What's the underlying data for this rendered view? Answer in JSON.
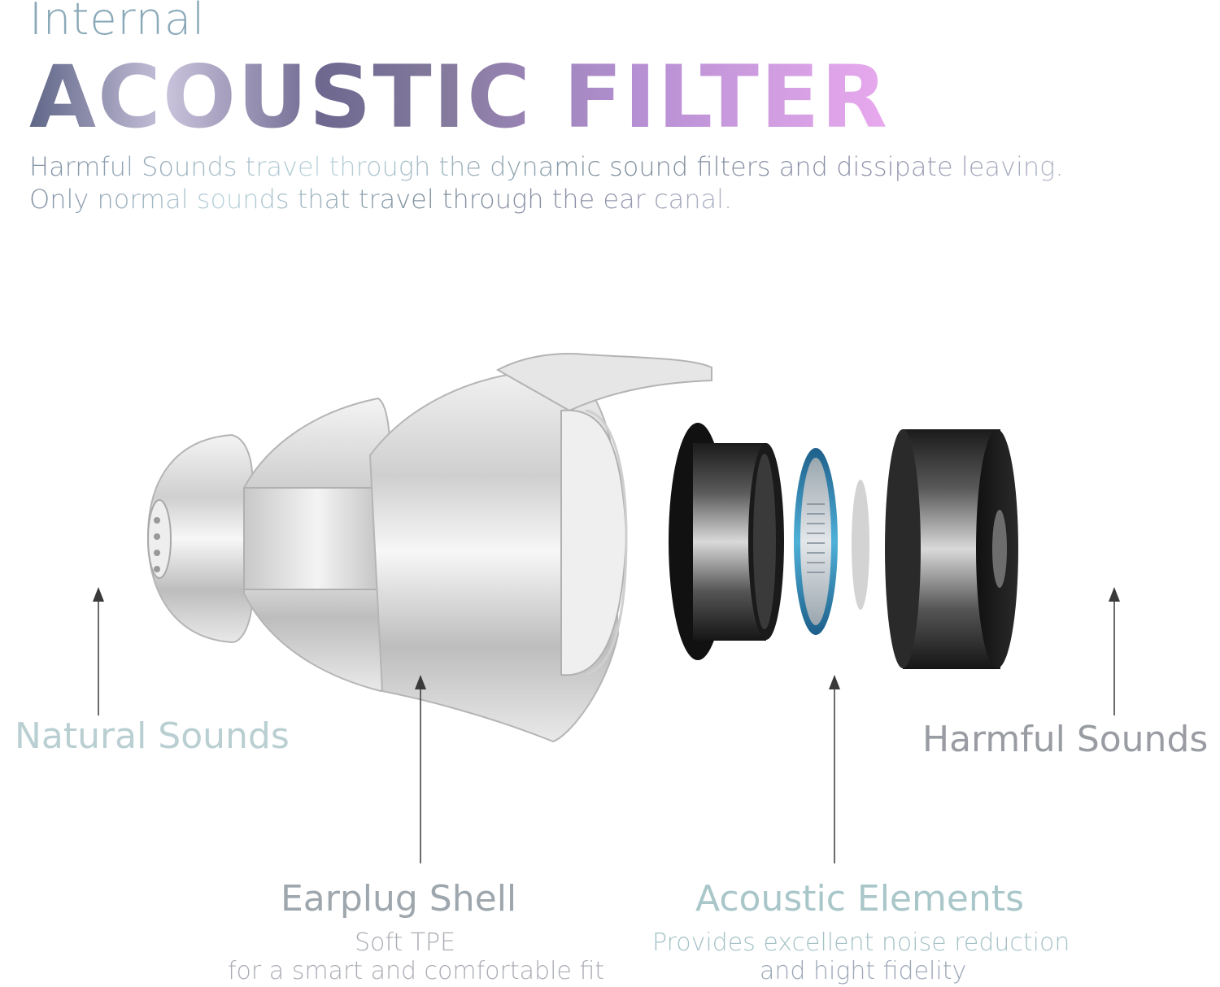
{
  "header": {
    "eyebrow": "Internal",
    "title": "ACOUSTIC FILTER",
    "description_line1": "Harmful Sounds travel through the dynamic sound filters and dissipate leaving.",
    "description_line2": "Only normal sounds that travel through the ear canal."
  },
  "callouts": {
    "natural_sounds": "Natural Sounds",
    "harmful_sounds": "Harmful Sounds",
    "earplug_shell": {
      "title": "Earplug Shell",
      "line1": "Soft TPE",
      "line2": "for a smart and comfortable fit"
    },
    "acoustic_elements": {
      "title": "Acoustic Elements",
      "line1": "Provides excellent noise reduction",
      "line2": "and hight fidelity"
    }
  },
  "colors": {
    "natural_wave": "#2fd34a",
    "harmful_wave": "#e0142c",
    "filter_ring": "#2a7fb0",
    "arrow": "#3a3a3a"
  },
  "icons": {
    "natural_wave": "sound-wave-icon",
    "harmful_wave": "sound-wave-icon",
    "arrows": "arrow-up-icon"
  }
}
